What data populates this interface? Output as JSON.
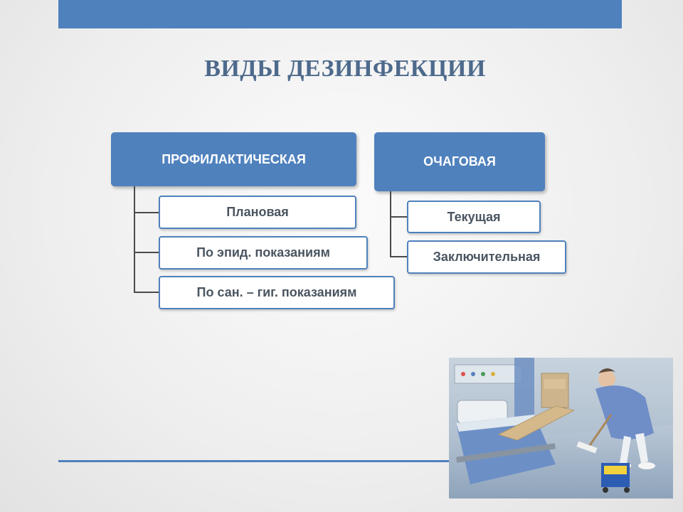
{
  "title": "ВИДЫ ДЕЗИНФЕКЦИИ",
  "categories": [
    {
      "label": "ПРОФИЛАКТИЧЕСКАЯ",
      "items": [
        "Плановая",
        "По эпид. показаниям",
        "По сан. – гиг. показаниям"
      ]
    },
    {
      "label": "ОЧАГОВАЯ",
      "items": [
        "Текущая",
        "Заключительная"
      ]
    }
  ],
  "colors": {
    "accent": "#4f81bd",
    "title": "#4d6a8c",
    "item_text": "#4a5560",
    "connector": "#4a4a4a"
  },
  "photo_subject": "hospital-cleaning-photo"
}
